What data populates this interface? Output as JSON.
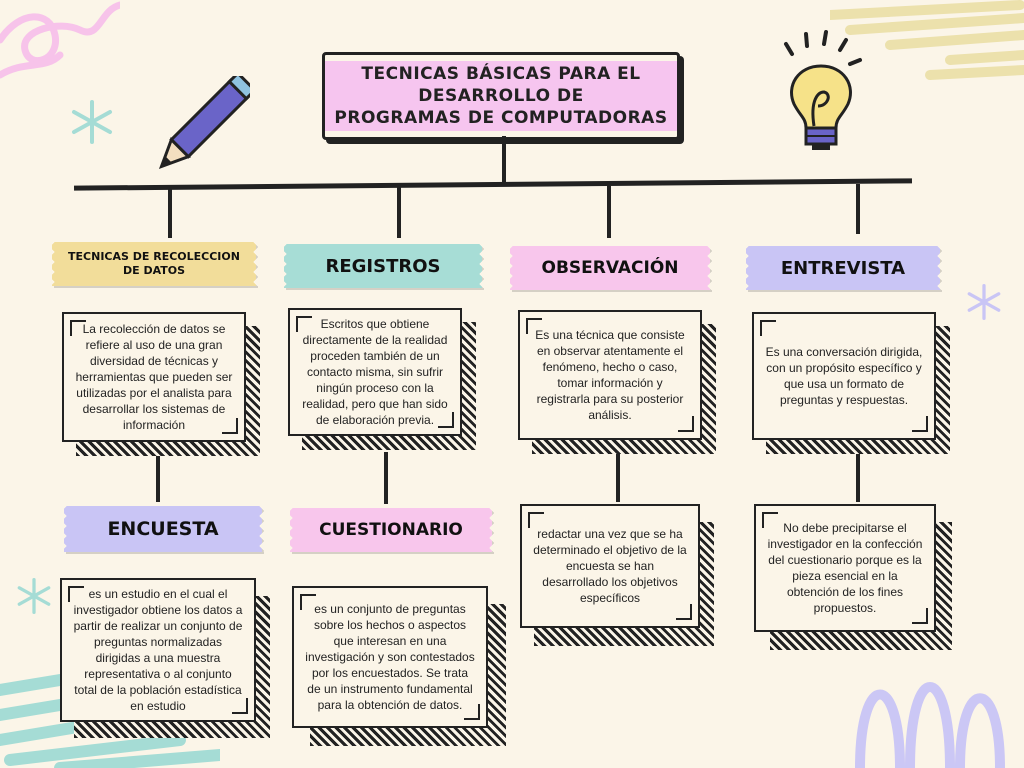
{
  "title": {
    "line1": "Tecnicas básicas para el desarrollo de",
    "line2": "programas de computadoras"
  },
  "colors": {
    "background": "#fbf5e8",
    "yellow": "#f2dd9a",
    "teal": "#a7ddd6",
    "pink": "#f8c6ec",
    "lavender": "#c9c5f5"
  },
  "categories": [
    {
      "label": "Tecnicas de recoleccion de datos",
      "description": "La recolección de datos se refiere al uso de una gran diversidad de técnicas y herramientas que pueden ser utilizadas por el analista para desarrollar los sistemas de información"
    },
    {
      "label": "Registros",
      "description": "Escritos que obtiene directamente de la realidad proceden también de un contacto misma, sin sufrir ningún proceso con la realidad, pero que han sido de elaboración previa."
    },
    {
      "label": "Observación",
      "description": "Es una técnica que consiste en observar atentamente el fenómeno, hecho o caso, tomar información y registrarla para su posterior análisis.",
      "sub_description": "redactar una vez que se ha determinado el objetivo de la encuesta se han desarrollado los objetivos específicos"
    },
    {
      "label": "Entrevista",
      "description": "Es una conversación dirigida, con un propósito específico y que usa un formato de preguntas y respuestas.",
      "sub_description": "No debe precipitarse el investigador en la confección del cuestionario porque es la pieza esencial en la obtención de los fines propuestos."
    }
  ],
  "subtopics": [
    {
      "label": "Encuesta",
      "description": "es un estudio en el cual el investigador obtiene los datos a partir de realizar un conjunto de preguntas normalizadas dirigidas a una muestra representativa o al conjunto total de la población estadística en estudio"
    },
    {
      "label": "Cuestionario",
      "description": "es un conjunto de preguntas sobre los hechos o aspectos que interesan en una investigación y son contestados por los encuestados. Se trata de un instrumento fundamental para la obtención de datos."
    }
  ]
}
